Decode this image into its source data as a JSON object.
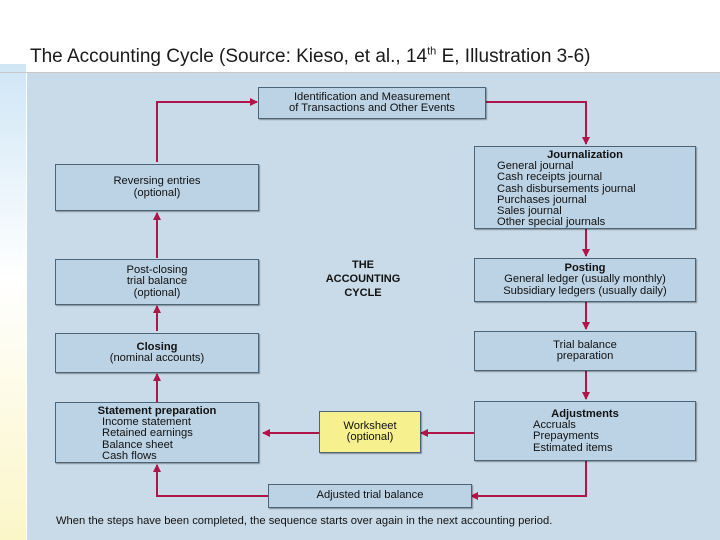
{
  "slide": {
    "title_main": "The Accounting Cycle (Source: Kieso, et al., 14",
    "title_sup": "th",
    "title_tail": " E, Illustration 3-6)"
  },
  "diagram": {
    "center_title": [
      "THE",
      "ACCOUNTING",
      "CYCLE"
    ],
    "identification": [
      "Identification and Measurement",
      "of Transactions and Other Events"
    ],
    "journalization": {
      "heading": "Journalization",
      "items": [
        "General journal",
        "Cash receipts journal",
        "Cash disbursements journal",
        "Purchases journal",
        "Sales journal",
        "Other special journals"
      ]
    },
    "posting": {
      "heading": "Posting",
      "items": [
        "General ledger (usually monthly)",
        "Subsidiary ledgers (usually daily)"
      ]
    },
    "trial_balance": [
      "Trial balance",
      "preparation"
    ],
    "adjustments": {
      "heading": "Adjustments",
      "items": [
        "Accruals",
        "Prepayments",
        "Estimated items"
      ]
    },
    "adjusted_trial_balance": "Adjusted trial balance",
    "worksheet": [
      "Worksheet",
      "(optional)"
    ],
    "statement_preparation": {
      "heading": "Statement preparation",
      "items": [
        "Income statement",
        "Retained earnings",
        "Balance sheet",
        "Cash flows"
      ]
    },
    "closing": {
      "heading": "Closing",
      "sub": "(nominal accounts)"
    },
    "post_closing": [
      "Post-closing",
      "trial balance",
      "(optional)"
    ],
    "reversing": [
      "Reversing entries",
      "(optional)"
    ],
    "footnote": "When the steps have been completed, the sequence starts over again in the next accounting period."
  },
  "colors": {
    "panel": "#c9dbe8",
    "box": "#bcd3e5",
    "highlight_box": "#f6f08e",
    "arrow": "#b0154a"
  }
}
